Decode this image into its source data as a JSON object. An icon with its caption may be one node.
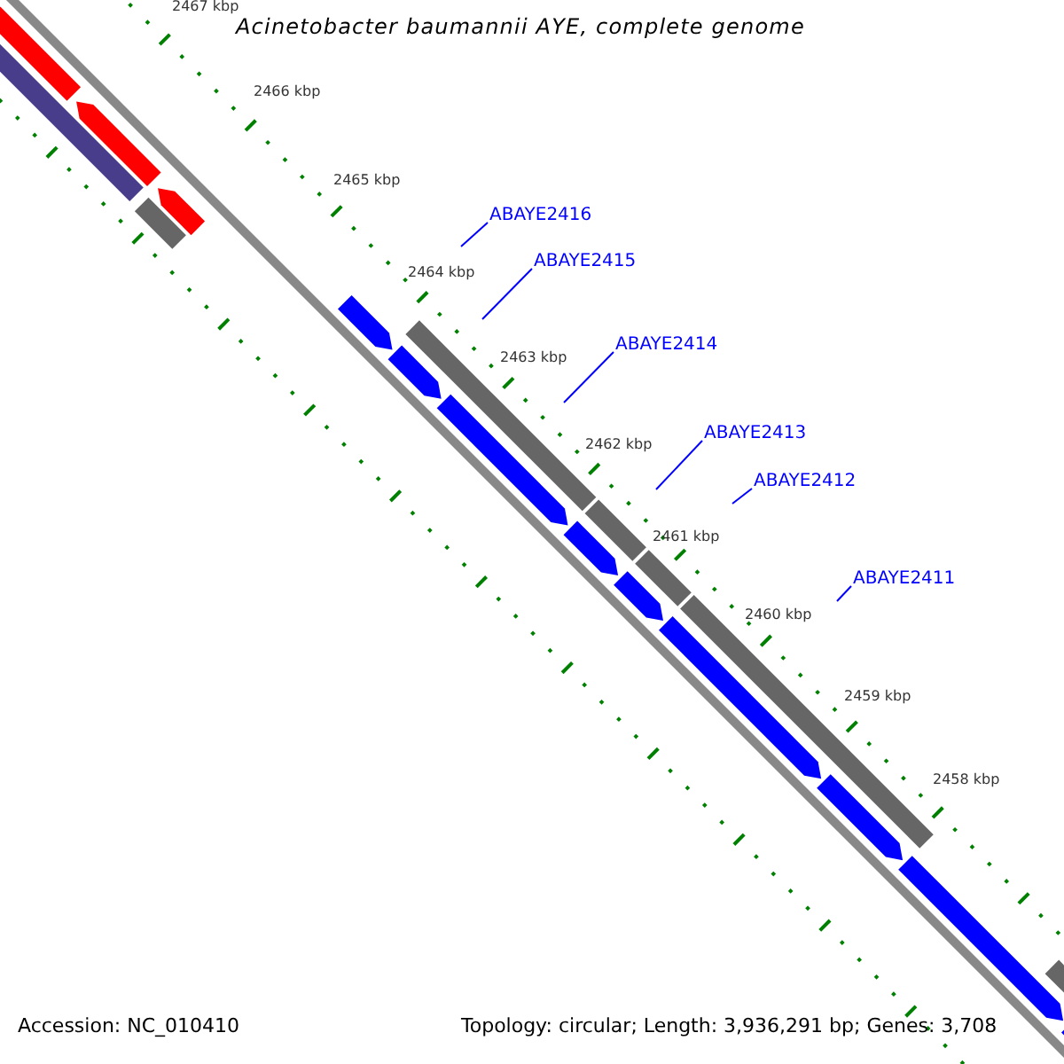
{
  "diagram": {
    "title": "Acinetobacter baumannii AYE, complete genome",
    "nodes": [
      {
        "text": [
          "ABAYE2416"
        ]
      },
      {
        "text": [
          "ABAYE2415"
        ]
      },
      {
        "text": [
          "ABAYE2414"
        ]
      },
      {
        "text": [
          "ABAYE2413"
        ]
      },
      {
        "text": [
          "ABAYE2412"
        ]
      },
      {
        "text": [
          "ABAYE2411"
        ]
      }
    ],
    "edges": [
      {
        "from": 0,
        "to": null,
        "arrow": "none"
      },
      {
        "from": 1,
        "to": null,
        "arrow": "none"
      },
      {
        "from": 2,
        "to": null,
        "arrow": "none"
      },
      {
        "from": 3,
        "to": null,
        "arrow": "none"
      },
      {
        "from": 4,
        "to": null,
        "arrow": "none"
      },
      {
        "from": 5,
        "to": null,
        "arrow": "none"
      }
    ],
    "labels": [
      "2467 kbp",
      "2466 kbp",
      "2465 kbp",
      "2464 kbp",
      "2463 kbp",
      "2462 kbp",
      "2461 kbp",
      "2460 kbp",
      "2459 kbp",
      "2458 kbp",
      "Accession: NC_010410",
      "Topology: circular; Length: 3,936,291 bp; Genes: 3,708"
    ]
  }
}
